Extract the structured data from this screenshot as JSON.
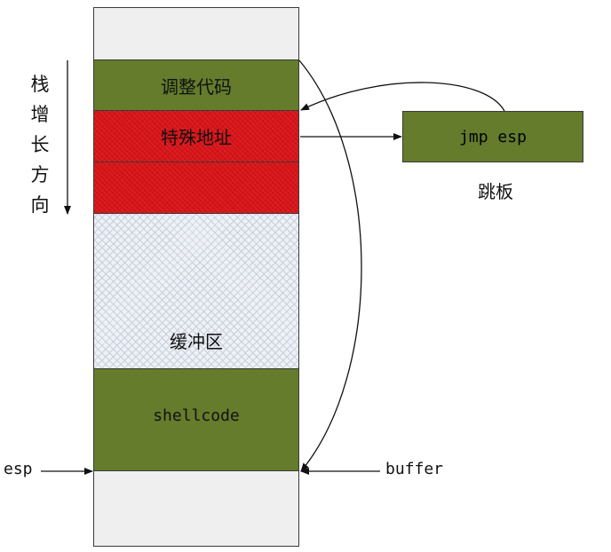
{
  "stack": {
    "adjust_code": "调整代码",
    "special_address": "特殊地址",
    "buffer_area": "缓冲区",
    "shellcode": "shellcode"
  },
  "stack_direction": [
    "栈",
    "增",
    "长",
    "方",
    "向"
  ],
  "trampoline": {
    "instruction": "jmp esp",
    "caption": "跳板"
  },
  "pointers": {
    "esp": "esp",
    "buffer": "buffer"
  },
  "colors": {
    "green": "#647c2c",
    "red": "#d81418",
    "buffer_fill": "#eef1f6",
    "empty": "#efefef"
  }
}
